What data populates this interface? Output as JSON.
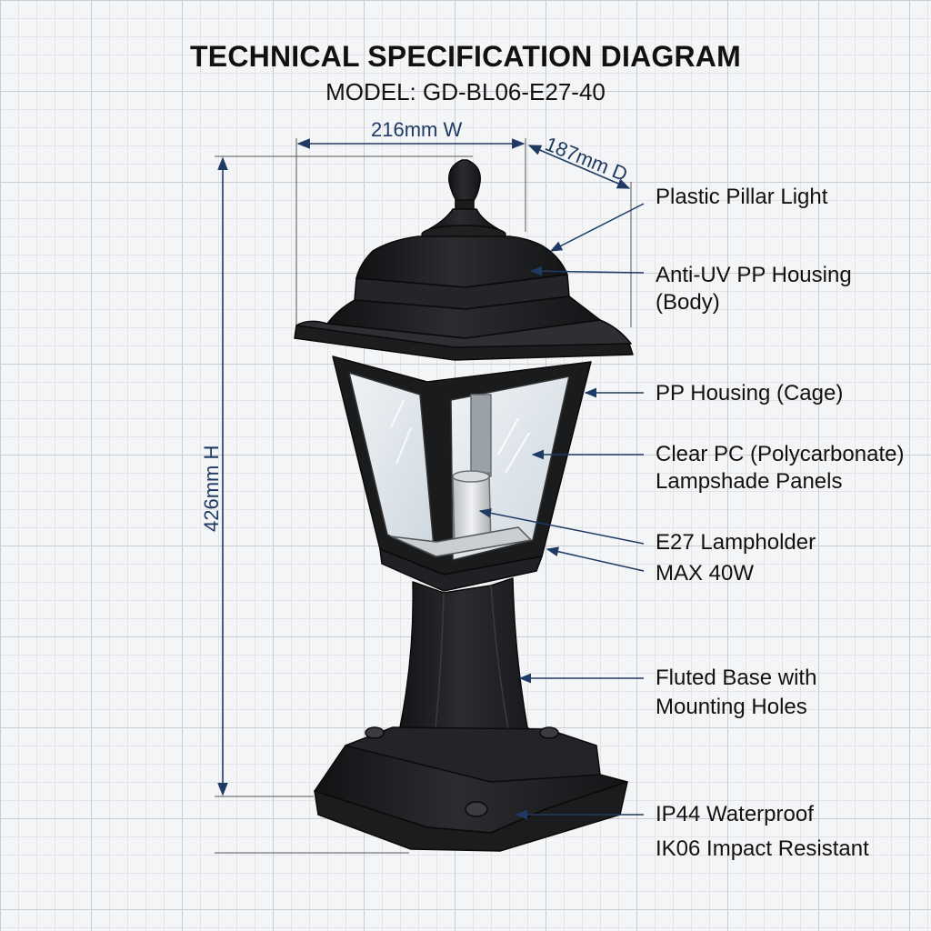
{
  "header": {
    "title": "TECHNICAL SPECIFICATION DIAGRAM",
    "model": "MODEL: GD-BL06-E27-40"
  },
  "dimensions": {
    "width": "216mm W",
    "depth": "187mm D",
    "height": "426mm H"
  },
  "callouts": {
    "product": "Plastic Pillar Light",
    "housing_body_line1": "Anti-UV PP Housing",
    "housing_body_line2": "(Body)",
    "housing_cage": "PP Housing (Cage)",
    "lampshade_line1": "Clear PC (Polycarbonate)",
    "lampshade_line2": "Lampshade Panels",
    "lampholder": "E27 Lampholder",
    "max_power": "MAX 40W",
    "base_line1": "Fluted Base with",
    "base_line2": "Mounting Holes",
    "waterproof": "IP44 Waterproof",
    "impact": "IK06 Impact Resistant"
  },
  "colors": {
    "dimension_line": "#1f3a63",
    "lamp_body": "#1d1e20",
    "glass": "#dfe6ec"
  }
}
